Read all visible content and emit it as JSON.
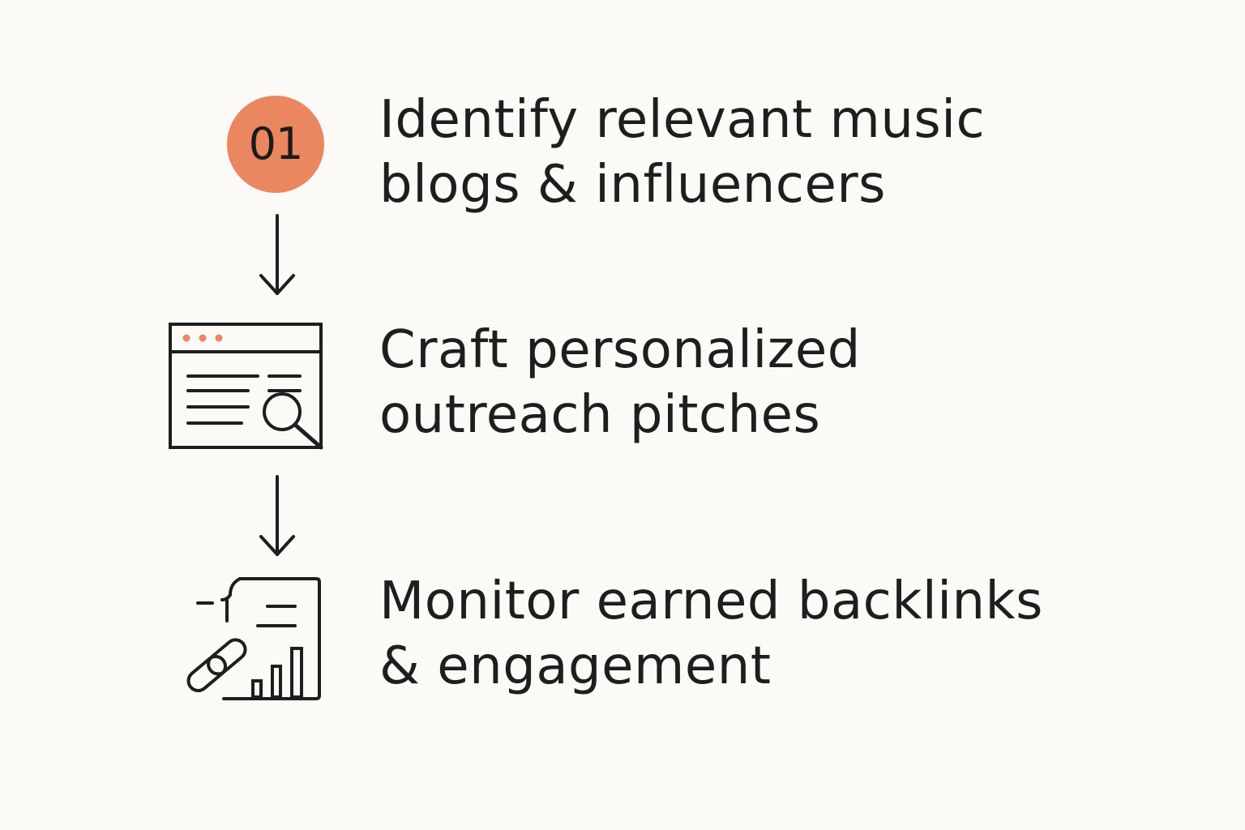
{
  "colors": {
    "background": "#fbfaf6",
    "accent": "#ea8660",
    "ink": "#1e1e1e"
  },
  "steps": [
    {
      "badge": "01",
      "lines": [
        "Identify relevant music",
        "blogs & influencers"
      ]
    },
    {
      "icon": "browser-search-icon",
      "lines": [
        "Craft personalized",
        "outreach pitches"
      ]
    },
    {
      "icon": "document-link-chart-icon",
      "lines": [
        "Monitor earned backlinks",
        "& engagement"
      ]
    }
  ],
  "arrows": [
    "down-arrow-icon",
    "down-arrow-icon"
  ]
}
